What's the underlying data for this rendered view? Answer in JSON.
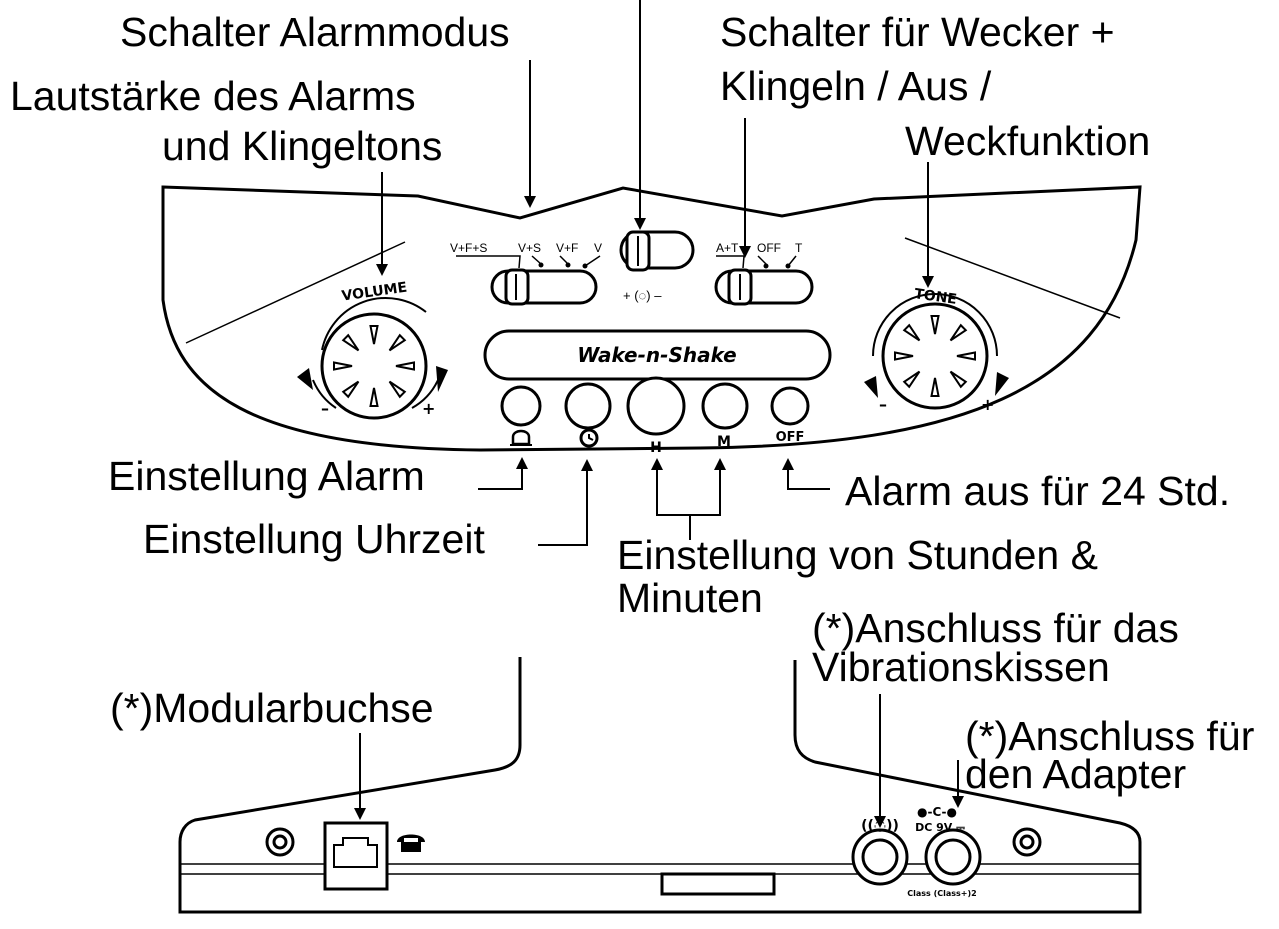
{
  "callouts": {
    "alarm_mode_switch": "Schalter Alarmmodus",
    "volume_line1": "Lautstärke des Alarms",
    "volume_line2": "und Klingeltons",
    "wake_switch_line1": "Schalter für Wecker +",
    "wake_switch_line2": "Klingeln / Aus /",
    "wake_switch_line3": "Weckfunktion",
    "set_alarm": "Einstellung Alarm",
    "set_time": "Einstellung Uhrzeit",
    "hours_minutes_line1": "Einstellung von Stunden &",
    "hours_minutes_line2": "Minuten",
    "alarm_off_24h": "Alarm aus für 24 Std.",
    "modular_jack": "(*)Modularbuchse",
    "vibration_port_line1": "(*)Anschluss für das",
    "vibration_port_line2": "Vibrationskissen",
    "adapter_port_line1": "(*)Anschluss für",
    "adapter_port_line2": "den Adapter"
  },
  "panel": {
    "volume_label": "VOLUME",
    "tone_label": "TONE",
    "minus": "–",
    "plus": "+",
    "mode_positions": [
      "V+F+S",
      "V+S",
      "V+F",
      "V"
    ],
    "ring_positions": [
      "A+T",
      "OFF",
      "T"
    ],
    "ring_volume_label": "+ (◌) –",
    "brand": "Wake-n-Shake",
    "button_h": "H",
    "button_m": "M",
    "button_off": "OFF"
  },
  "rear": {
    "vibration_symbol": "((◌))",
    "dc_symbol": "●-C-●",
    "dc_label": "DC 9V ⎓",
    "class_label": "Class (Class+)2"
  },
  "icons": {
    "alarm_bell": "bell-icon",
    "clock": "clock-icon",
    "phone": "phone-icon"
  }
}
